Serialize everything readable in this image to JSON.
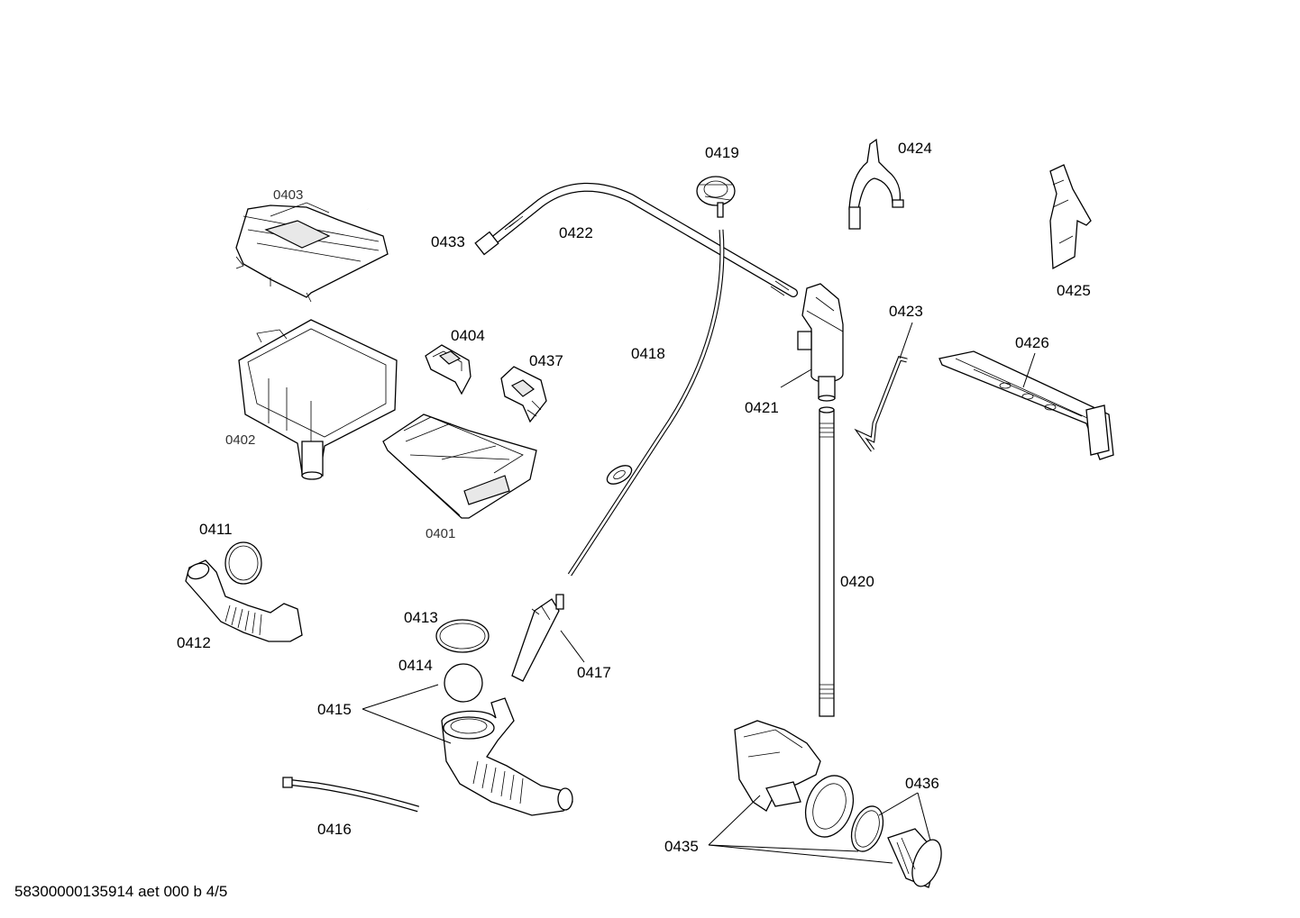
{
  "document_code": "58300000135914 aet 000 b 4/5",
  "parts": [
    {
      "id": "0401",
      "label": "0401"
    },
    {
      "id": "0402",
      "label": "0402"
    },
    {
      "id": "0403",
      "label": "0403"
    },
    {
      "id": "0404",
      "label": "0404"
    },
    {
      "id": "0411",
      "label": "0411"
    },
    {
      "id": "0412",
      "label": "0412"
    },
    {
      "id": "0413",
      "label": "0413"
    },
    {
      "id": "0414",
      "label": "0414"
    },
    {
      "id": "0415",
      "label": "0415"
    },
    {
      "id": "0416",
      "label": "0416"
    },
    {
      "id": "0417",
      "label": "0417"
    },
    {
      "id": "0418",
      "label": "0418"
    },
    {
      "id": "0419",
      "label": "0419"
    },
    {
      "id": "0420",
      "label": "0420"
    },
    {
      "id": "0421",
      "label": "0421"
    },
    {
      "id": "0422",
      "label": "0422"
    },
    {
      "id": "0423",
      "label": "0423"
    },
    {
      "id": "0424",
      "label": "0424"
    },
    {
      "id": "0425",
      "label": "0425"
    },
    {
      "id": "0426",
      "label": "0426"
    },
    {
      "id": "0433",
      "label": "0433"
    },
    {
      "id": "0435",
      "label": "0435"
    },
    {
      "id": "0436",
      "label": "0436"
    },
    {
      "id": "0437",
      "label": "0437"
    }
  ]
}
